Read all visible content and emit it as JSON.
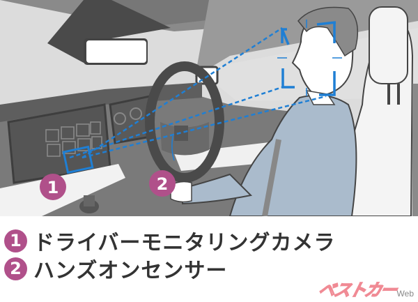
{
  "illustration": {
    "subject": "driver monitoring camera and hands-on sensor in car cockpit",
    "markers": [
      {
        "number": "1",
        "target": "driver monitoring camera on dashboard"
      },
      {
        "number": "2",
        "target": "steering wheel hands-on sensor"
      }
    ],
    "colors": {
      "marker": "#b0508a",
      "detection_line": "#1f7fd4",
      "interior_dark": "#6e6e6e",
      "interior_light": "#d8d8d8",
      "jacket": "#aabbcc"
    }
  },
  "legend": {
    "items": [
      {
        "number": "1",
        "label": "ドライバーモニタリングカメラ"
      },
      {
        "number": "2",
        "label": "ハンズオンセンサー"
      }
    ]
  },
  "logo": {
    "mark": "ベストカー",
    "suffix": "Web",
    "color": "#f08a94"
  }
}
